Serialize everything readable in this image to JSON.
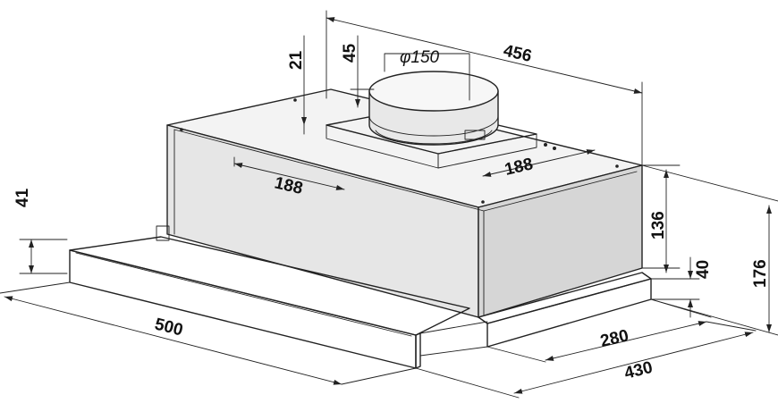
{
  "dimensions": {
    "d21": "21",
    "d45": "45",
    "d150": "φ150",
    "d456": "456",
    "d188_left": "188",
    "d188_right": "188",
    "d41": "41",
    "d136": "136",
    "d40": "40",
    "d176": "176",
    "d500": "500",
    "d280": "280",
    "d430": "430"
  }
}
